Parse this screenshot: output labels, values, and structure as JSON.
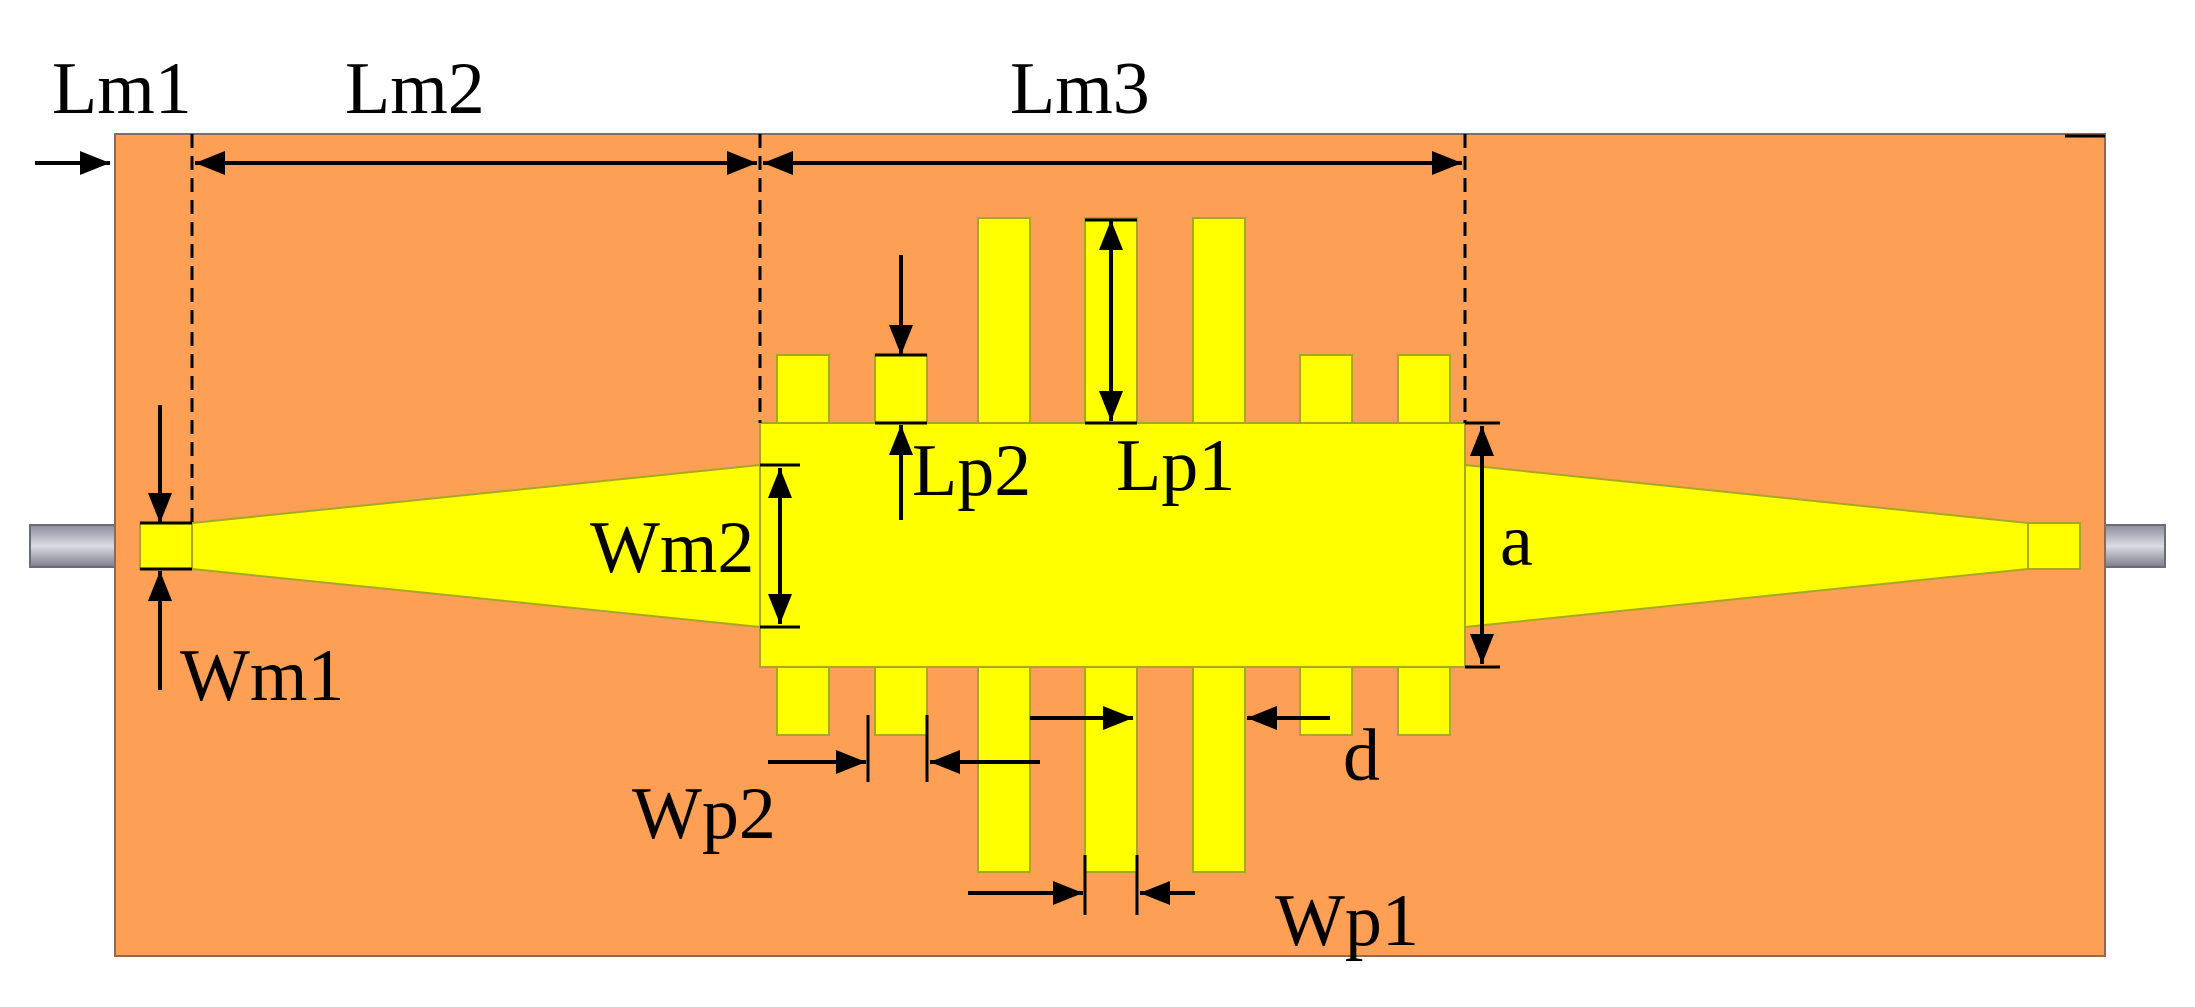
{
  "labels": {
    "lm1": "Lm1",
    "lm2": "Lm2",
    "lm3": "Lm3",
    "lp1": "Lp1",
    "lp2": "Lp2",
    "wm1": "Wm1",
    "wm2": "Wm2",
    "a": "a",
    "d": "d",
    "wp1": "Wp1",
    "wp2": "Wp2"
  },
  "colors": {
    "substrate": "#fe9f56",
    "substrate_border": "#8c6a55",
    "metal": "#ffff00",
    "metal_edge": "#a8a820",
    "connector": "#a7a7b4",
    "dimension": "#000000"
  }
}
